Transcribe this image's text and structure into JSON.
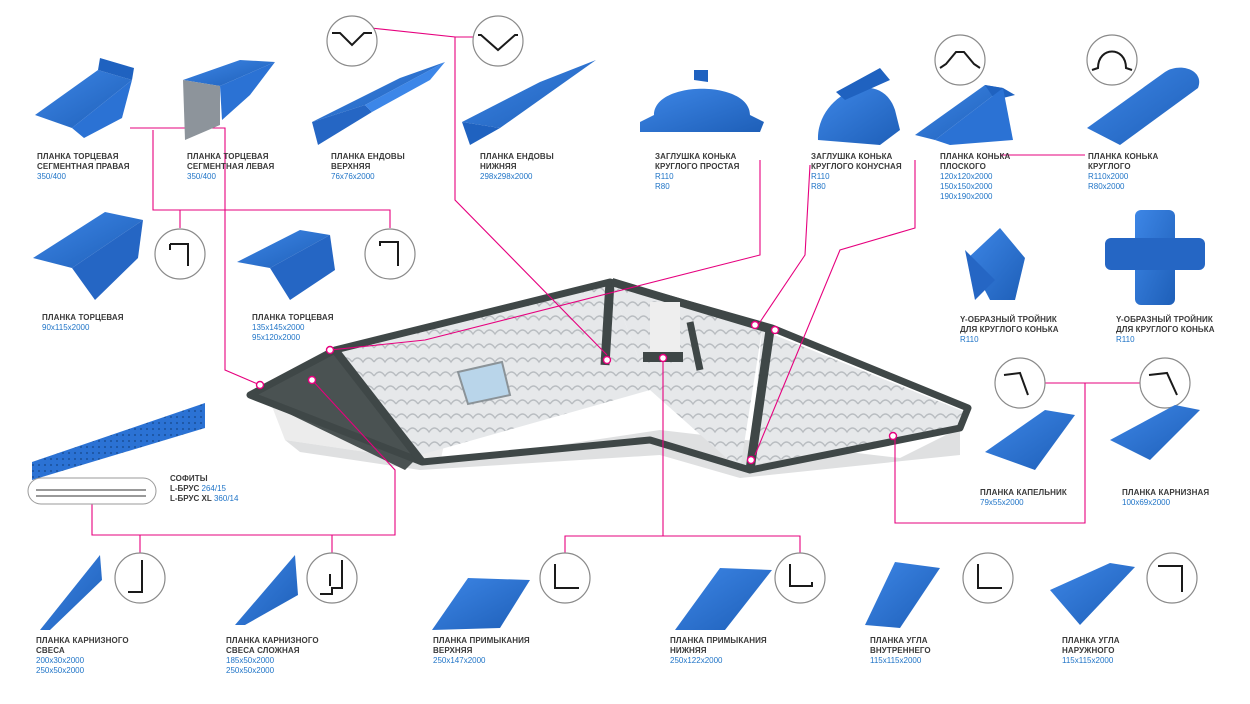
{
  "colors": {
    "product": "#2b72d4",
    "connector": "#e6007e",
    "size_text": "#1f74c7",
    "label_text": "#3a3a3a",
    "roof_frame": "#3f4747",
    "roof_tile": "#e4e6e8"
  },
  "products": [
    {
      "id": "p1",
      "title": [
        "ПЛАНКА ТОРЦЕВАЯ",
        "СЕГМЕНТНАЯ ПРАВАЯ"
      ],
      "dims": [
        "350/400"
      ]
    },
    {
      "id": "p2",
      "title": [
        "ПЛАНКА ТОРЦЕВАЯ",
        "СЕГМЕНТНАЯ ЛЕВАЯ"
      ],
      "dims": [
        "350/400"
      ]
    },
    {
      "id": "p3",
      "title": [
        "ПЛАНКА ЕНДОВЫ",
        "ВЕРХНЯЯ"
      ],
      "dims": [
        "76x76x2000"
      ]
    },
    {
      "id": "p4",
      "title": [
        "ПЛАНКА ЕНДОВЫ",
        "НИЖНЯЯ"
      ],
      "dims": [
        "298x298x2000"
      ]
    },
    {
      "id": "p5",
      "title": [
        "ЗАГЛУШКА КОНЬКА",
        "КРУГЛОГО ПРОСТАЯ"
      ],
      "dims": [
        "R110",
        "R80"
      ]
    },
    {
      "id": "p6",
      "title": [
        "ЗАГЛУШКА КОНЬКА",
        "КРУГЛОГО КОНУСНАЯ"
      ],
      "dims": [
        "R110",
        "R80"
      ]
    },
    {
      "id": "p7",
      "title": [
        "ПЛАНКА КОНЬКА",
        "ПЛОСКОГО"
      ],
      "dims": [
        "120x120x2000",
        "150x150x2000",
        "190x190x2000"
      ]
    },
    {
      "id": "p8",
      "title": [
        "ПЛАНКА КОНЬКА",
        "КРУГЛОГО"
      ],
      "dims": [
        "R110x2000",
        "R80x2000"
      ]
    },
    {
      "id": "p9",
      "title": [
        "ПЛАНКА ТОРЦЕВАЯ"
      ],
      "dims": [
        "90x115x2000"
      ]
    },
    {
      "id": "p10",
      "title": [
        "ПЛАНКА ТОРЦЕВАЯ"
      ],
      "dims": [
        "135x145x2000",
        "95x120x2000"
      ]
    },
    {
      "id": "p11",
      "title": [
        "Y-ОБРАЗНЫЙ ТРОЙНИК",
        "ДЛЯ КРУГЛОГО КОНЬКА"
      ],
      "dims": [
        "R110"
      ]
    },
    {
      "id": "p12",
      "title": [
        "Y-ОБРАЗНЫЙ ТРОЙНИК",
        "ДЛЯ КРУГЛОГО КОНЬКА"
      ],
      "dims": [
        "R110"
      ]
    },
    {
      "id": "p13",
      "title": [
        "ПЛАНКА КАПЕЛЬНИК"
      ],
      "dims": [
        "79x55x2000"
      ]
    },
    {
      "id": "p14",
      "title": [
        "ПЛАНКА КАРНИЗНАЯ"
      ],
      "dims": [
        "100x69x2000"
      ]
    },
    {
      "id": "p16",
      "title": [
        "ПЛАНКА КАРНИЗНОГО",
        "СВЕСА"
      ],
      "dims": [
        "200x30x2000",
        "250x50x2000"
      ]
    },
    {
      "id": "p17",
      "title": [
        "ПЛАНКА КАРНИЗНОГО",
        "СВЕСА СЛОЖНАЯ"
      ],
      "dims": [
        "185x50x2000",
        "250x50x2000"
      ]
    },
    {
      "id": "p18",
      "title": [
        "ПЛАНКА ПРИМЫКАНИЯ",
        "ВЕРХНЯЯ"
      ],
      "dims": [
        "250x147x2000"
      ]
    },
    {
      "id": "p19",
      "title": [
        "ПЛАНКА ПРИМЫКАНИЯ",
        "НИЖНЯЯ"
      ],
      "dims": [
        "250x122x2000"
      ]
    },
    {
      "id": "p20",
      "title": [
        "ПЛАНКА УГЛА",
        "ВНУТРЕННЕГО"
      ],
      "dims": [
        "115x115x2000"
      ]
    },
    {
      "id": "p21",
      "title": [
        "ПЛАНКА УГЛА",
        "НАРУЖНОГО"
      ],
      "dims": [
        "115x115x2000"
      ]
    }
  ],
  "soffit": {
    "title": "СОФИТЫ",
    "rows": [
      {
        "name": "L-БРУС",
        "value": "264/15"
      },
      {
        "name": "L-БРУС XL",
        "value": "360/14"
      }
    ]
  }
}
